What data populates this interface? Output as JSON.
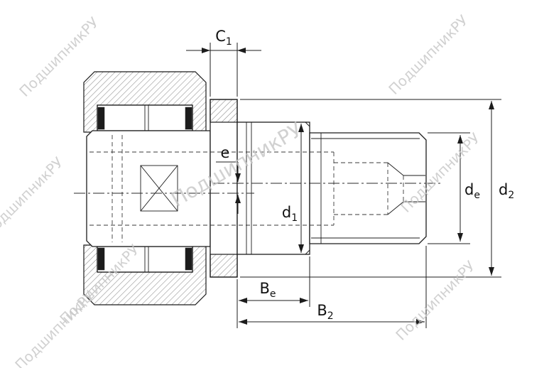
{
  "watermark": {
    "text": "ПодшипникРУ",
    "color": "#c6c6c6"
  },
  "diagram": {
    "type": "bearing-cross-section-drawing",
    "labels": {
      "c1": {
        "base": "C",
        "sub": "1"
      },
      "e": {
        "base": "e",
        "sub": ""
      },
      "d1": {
        "base": "d",
        "sub": "1"
      },
      "de": {
        "base": "d",
        "sub": "e"
      },
      "d2": {
        "base": "d",
        "sub": "2"
      },
      "be": {
        "base": "B",
        "sub": "e"
      },
      "b2": {
        "base": "B",
        "sub": "2"
      }
    },
    "colors": {
      "line": "#1c1c1c",
      "hatch": "#8a8a8a",
      "background": "#ffffff"
    }
  }
}
